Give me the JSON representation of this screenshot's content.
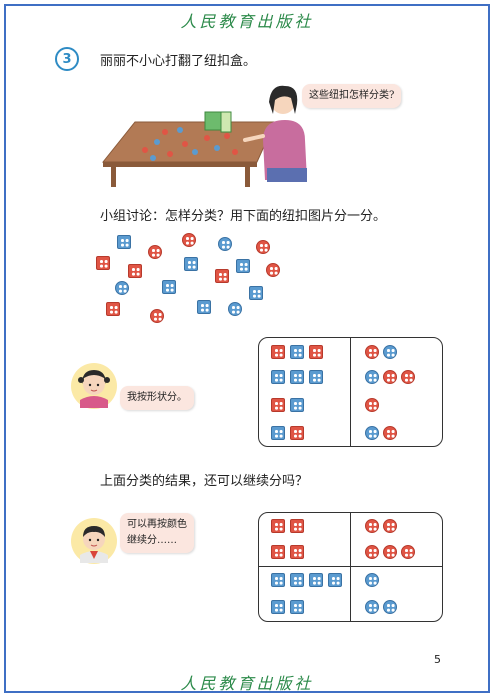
{
  "header": {
    "publisher": "人民教育出版社"
  },
  "footer": {
    "publisher": "人民教育出版社",
    "page_number": "5"
  },
  "problem": {
    "number": "3",
    "statement": "丽丽不小心打翻了纽扣盒。"
  },
  "scene": {
    "speech": "这些纽扣怎样分类?"
  },
  "discussion": {
    "prompt": "小组讨论：怎样分类？用下面的纽扣图片分一分。"
  },
  "colors": {
    "red": "#e05545",
    "blue": "#5b9bd0",
    "brand": "#2c8a4a",
    "accent": "#2e8bc4"
  },
  "scattered_buttons": [
    {
      "shape": "square",
      "color": "blue"
    },
    {
      "shape": "round",
      "color": "red"
    },
    {
      "shape": "round",
      "color": "red"
    },
    {
      "shape": "round",
      "color": "blue"
    },
    {
      "shape": "round",
      "color": "red"
    },
    {
      "shape": "square",
      "color": "red"
    },
    {
      "shape": "square",
      "color": "red"
    },
    {
      "shape": "square",
      "color": "blue"
    },
    {
      "shape": "square",
      "color": "red"
    },
    {
      "shape": "square",
      "color": "blue"
    },
    {
      "shape": "round",
      "color": "red"
    },
    {
      "shape": "round",
      "color": "blue"
    },
    {
      "shape": "square",
      "color": "blue"
    },
    {
      "shape": "square",
      "color": "blue"
    },
    {
      "shape": "square",
      "color": "red"
    },
    {
      "shape": "square",
      "color": "blue"
    },
    {
      "shape": "round",
      "color": "blue"
    },
    {
      "shape": "round",
      "color": "red"
    }
  ],
  "girl": {
    "speech": "我按形状分。"
  },
  "shape_table": {
    "square_rows": [
      [
        "red",
        "blue",
        "red"
      ],
      [
        "blue",
        "blue",
        "blue"
      ],
      [
        "red",
        "blue"
      ],
      [
        "blue",
        "red"
      ]
    ],
    "round_rows": [
      [
        "red",
        "blue"
      ],
      [
        "blue",
        "red",
        "red"
      ],
      [
        "red"
      ],
      [
        "blue",
        "red"
      ]
    ]
  },
  "followup": {
    "question": "上面分类的结果，还可以继续分吗？"
  },
  "boy": {
    "speech_line1": "可以再按颜色",
    "speech_line2": "继续分……"
  },
  "color_table": {
    "square_red_rows": [
      [
        "red",
        "red"
      ],
      [
        "red",
        "red"
      ]
    ],
    "round_red_rows": [
      [
        "red",
        "red"
      ],
      [
        "red",
        "red",
        "red"
      ]
    ],
    "square_blue_rows": [
      [
        "blue",
        "blue",
        "blue",
        "blue"
      ],
      [
        "blue",
        "blue"
      ]
    ],
    "round_blue_rows": [
      [
        "blue"
      ],
      [
        "blue",
        "blue"
      ]
    ]
  }
}
